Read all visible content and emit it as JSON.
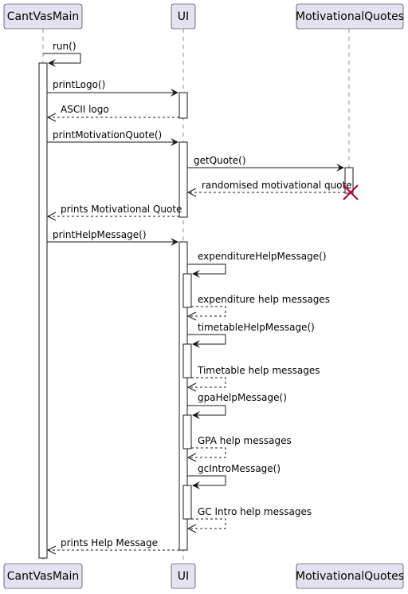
{
  "participants": [
    {
      "id": "main",
      "name": "CantVasMain"
    },
    {
      "id": "ui",
      "name": "UI"
    },
    {
      "id": "mq",
      "name": "MotivationalQuotes"
    }
  ],
  "messages": [
    {
      "label": "run()",
      "kind": "self-call",
      "from": "main"
    },
    {
      "label": "printLogo()",
      "kind": "call",
      "from": "main",
      "to": "ui"
    },
    {
      "label": "ASCII logo",
      "kind": "return",
      "from": "ui",
      "to": "main"
    },
    {
      "label": "printMotivationQuote()",
      "kind": "call",
      "from": "main",
      "to": "ui"
    },
    {
      "label": "getQuote()",
      "kind": "call",
      "from": "ui",
      "to": "mq"
    },
    {
      "label": "randomised motivational quote",
      "kind": "return",
      "from": "mq",
      "to": "ui"
    },
    {
      "label": "prints Motivational Quote",
      "kind": "return",
      "from": "ui",
      "to": "main"
    },
    {
      "label": "printHelpMessage()",
      "kind": "call",
      "from": "main",
      "to": "ui"
    },
    {
      "label": "expenditureHelpMessage()",
      "kind": "self-call",
      "from": "ui"
    },
    {
      "label": "expenditure help messages",
      "kind": "self-return",
      "from": "ui"
    },
    {
      "label": "timetableHelpMessage()",
      "kind": "self-call",
      "from": "ui"
    },
    {
      "label": "Timetable help messages",
      "kind": "self-return",
      "from": "ui"
    },
    {
      "label": "gpaHelpMessage()",
      "kind": "self-call",
      "from": "ui"
    },
    {
      "label": "GPA help messages",
      "kind": "self-return",
      "from": "ui"
    },
    {
      "label": "gcIntroMessage()",
      "kind": "self-call",
      "from": "ui"
    },
    {
      "label": "GC Intro help messages",
      "kind": "self-return",
      "from": "ui"
    },
    {
      "label": "prints Help Message",
      "kind": "return",
      "from": "ui",
      "to": "main"
    }
  ],
  "destroyed": "mq",
  "colors": {
    "participant_fill": "#E2E2F0",
    "line": "#181818",
    "destroy_mark": "#A80036"
  }
}
